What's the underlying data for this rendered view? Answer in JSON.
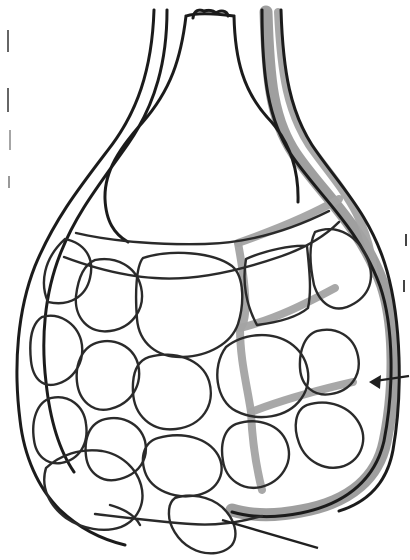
{
  "figure": {
    "background_color": "#ffffff",
    "line_color": "#1b1b1b",
    "highlight_color": "#9a9a9a",
    "icons": [
      "flask-shaped-network-outline",
      "highlighted-branch-path",
      "pointer-arrow"
    ]
  }
}
